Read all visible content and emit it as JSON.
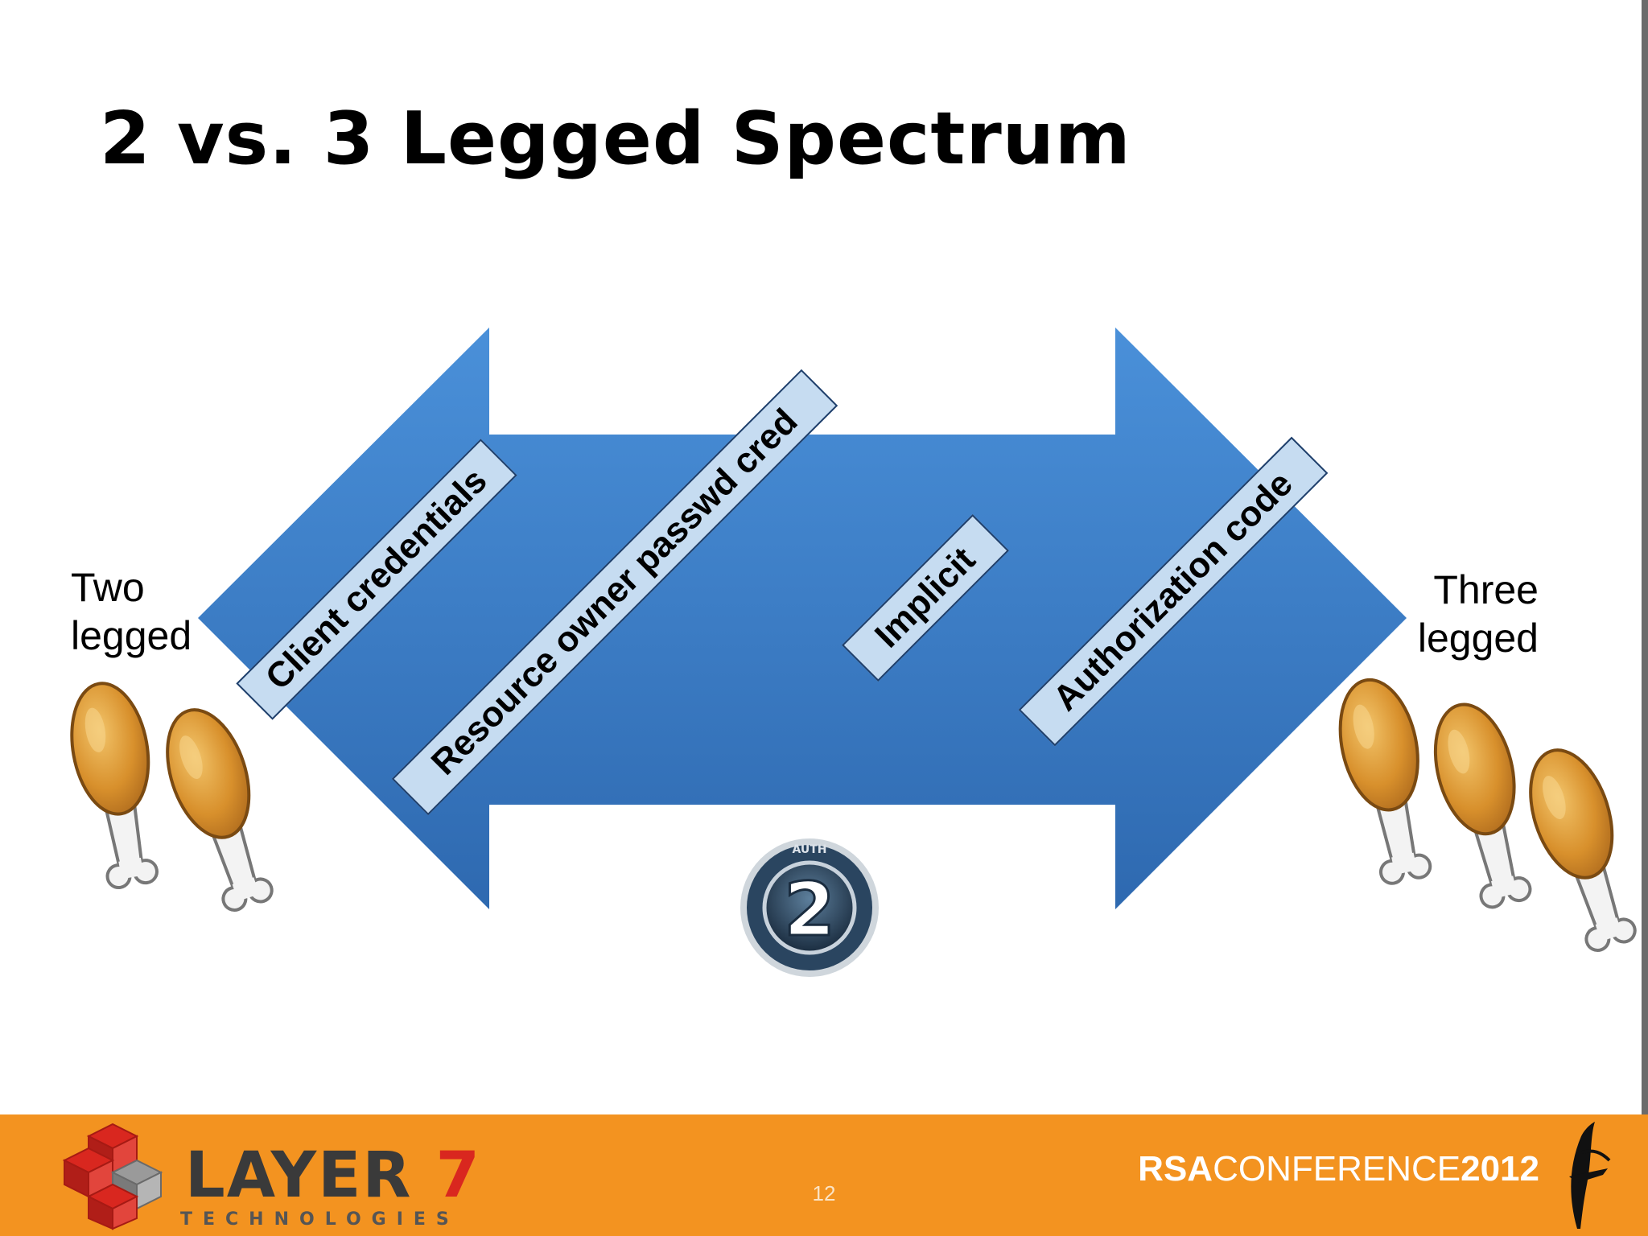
{
  "slide": {
    "title": "2 vs. 3 Legged Spectrum",
    "left_label": [
      "Two",
      "legged"
    ],
    "right_label": [
      "Three",
      "legged"
    ],
    "page_number": "12"
  },
  "grant_types": [
    {
      "label": "Client credentials"
    },
    {
      "label": "Resource owner passwd cred"
    },
    {
      "label": "Implicit"
    },
    {
      "label": "Authorization code"
    }
  ],
  "badge": {
    "digit": "2",
    "ring_text": "AUTH",
    "icon": "oauth2-logo-icon"
  },
  "footer": {
    "logo_main": "LAYER",
    "logo_num": "7",
    "logo_sub": "TECHNOLOGIES",
    "conf_prefix": "RSA",
    "conf_mid": "CONFERENCE",
    "conf_year": "2012",
    "conf_icon": "feather-icon",
    "logo_icon": "layer7-cubes-icon"
  },
  "colors": {
    "arrow_top": "#4a90d9",
    "arrow_bottom": "#2e69b0",
    "label_box": "#c6dcf1",
    "label_border": "#1f3f6b",
    "footer": "#f39320",
    "drumstick": "#d8902c"
  }
}
